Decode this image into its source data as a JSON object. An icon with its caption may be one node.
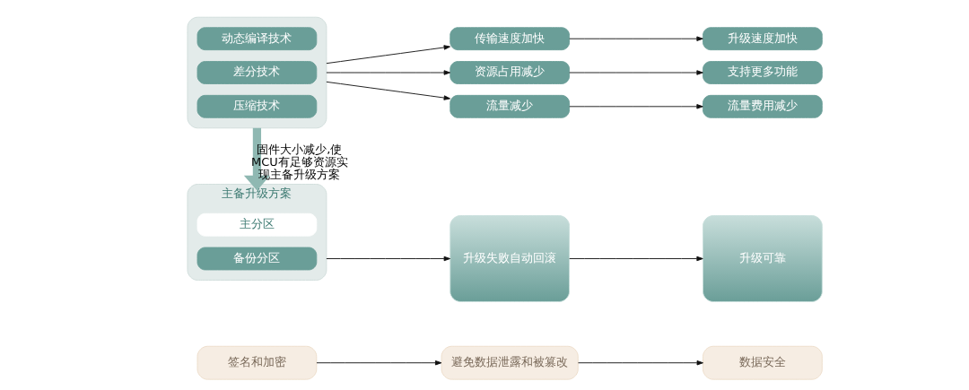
{
  "diagram": {
    "nodes": [
      {
        "text": [],
        "shape": "box"
      },
      {
        "text": [
          "动态编译技术"
        ],
        "in": 0
      },
      {
        "text": [
          "差分技术"
        ],
        "in": 0
      },
      {
        "text": [
          "压缩技术"
        ],
        "in": 0
      },
      {
        "text": [
          "传输速度加快"
        ]
      },
      {
        "text": [
          "资源占用减少"
        ]
      },
      {
        "text": [
          "流量减少"
        ]
      },
      {
        "text": [
          "升级速度加快"
        ]
      },
      {
        "text": [
          "支持更多功能"
        ]
      },
      {
        "text": [
          "流量费用减少"
        ]
      },
      {
        "text": [
          "主备升级方案"
        ]
      },
      {
        "text": [
          "主分区"
        ],
        "in": 10
      },
      {
        "text": [
          "备份分区"
        ],
        "in": 10
      },
      {
        "text": [
          "升级失败自动回滚"
        ]
      },
      {
        "text": [
          "升级可靠"
        ]
      },
      {
        "text": [
          "签名和加密"
        ]
      },
      {
        "text": [
          "避免数据泄露和被篡改"
        ]
      },
      {
        "text": [
          "数据安全"
        ]
      }
    ],
    "edges": [
      {
        "from": 0,
        "to": 4,
        "arrow": "to"
      },
      {
        "from": 0,
        "to": 5,
        "arrow": "to"
      },
      {
        "from": 0,
        "to": 6,
        "arrow": "to"
      },
      {
        "from": 4,
        "to": 7,
        "arrow": "to"
      },
      {
        "from": 5,
        "to": 8,
        "arrow": "to"
      },
      {
        "from": 6,
        "to": 9,
        "arrow": "to"
      },
      {
        "from": 0,
        "to": 10,
        "arrow": "to",
        "label": "固件大小减少,使MCU有足够资源实现主备升级方案",
        "style": "thick",
        "color": "#8fb8b2"
      },
      {
        "from": 10,
        "to": 13,
        "arrow": "to"
      },
      {
        "from": 13,
        "to": 14,
        "arrow": "to"
      },
      {
        "from": 15,
        "to": 16,
        "arrow": "to"
      },
      {
        "from": 16,
        "to": 17,
        "arrow": "to"
      }
    ]
  }
}
